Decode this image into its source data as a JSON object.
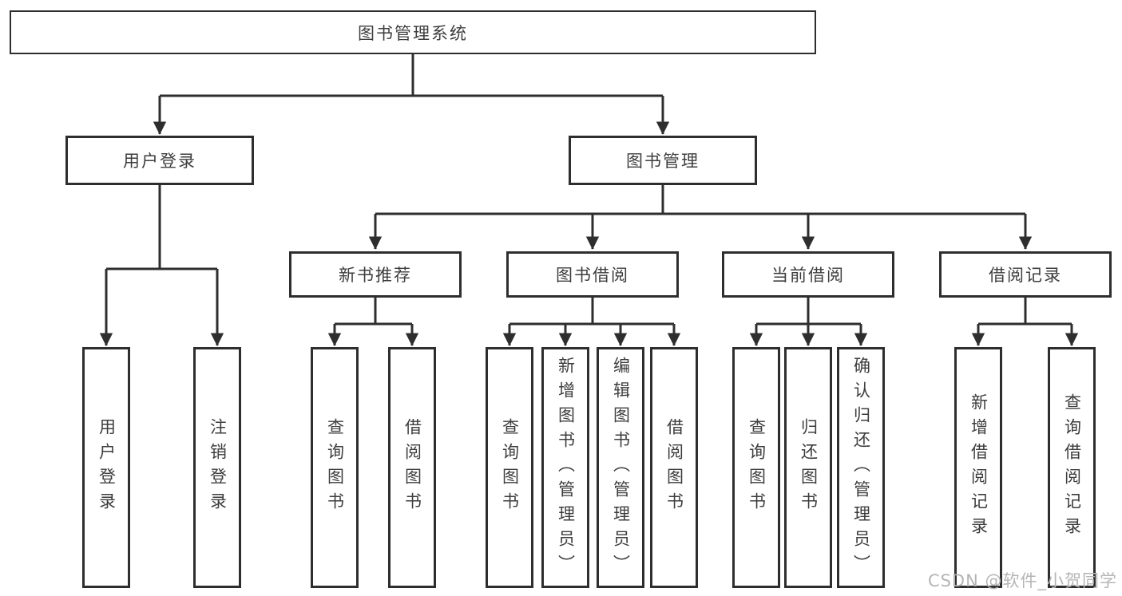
{
  "diagram": {
    "root": {
      "label": "图书管理系统"
    },
    "level2": {
      "user_login": {
        "label": "用户登录"
      },
      "book_management": {
        "label": "图书管理"
      }
    },
    "level3": {
      "new_book_recommendation": {
        "label": "新书推荐"
      },
      "book_borrowing": {
        "label": "图书借阅"
      },
      "current_borrowing": {
        "label": "当前借阅"
      },
      "borrowing_records": {
        "label": "借阅记录"
      }
    },
    "level4": {
      "user_login_children": {
        "login": {
          "label": "用户登录"
        },
        "logout": {
          "label": "注销登录"
        }
      },
      "new_book_recommendation_children": {
        "query_books": {
          "label": "查询图书"
        },
        "borrow_books": {
          "label": "借阅图书"
        }
      },
      "book_borrowing_children": {
        "query_books": {
          "label": "查询图书"
        },
        "add_books_admin": {
          "label": "新增图书（管理员）"
        },
        "edit_books_admin": {
          "label": "编辑图书（管理员）"
        },
        "borrow_books": {
          "label": "借阅图书"
        }
      },
      "current_borrowing_children": {
        "query_books": {
          "label": "查询图书"
        },
        "return_books": {
          "label": "归还图书"
        },
        "confirm_return_admin": {
          "label": "确认归还（管理员）"
        }
      },
      "borrowing_records_children": {
        "add_borrow_record": {
          "label": "新增借阅记录"
        },
        "query_borrow_record": {
          "label": "查询借阅记录"
        }
      }
    }
  },
  "watermark": {
    "text": "CSDN @软件_小贺同学"
  },
  "colors": {
    "line": "#2e2e2e",
    "box_border": "#2e2e2e",
    "text": "#3d3d3d",
    "background": "#ffffff",
    "watermark": "#b5b5b5"
  }
}
